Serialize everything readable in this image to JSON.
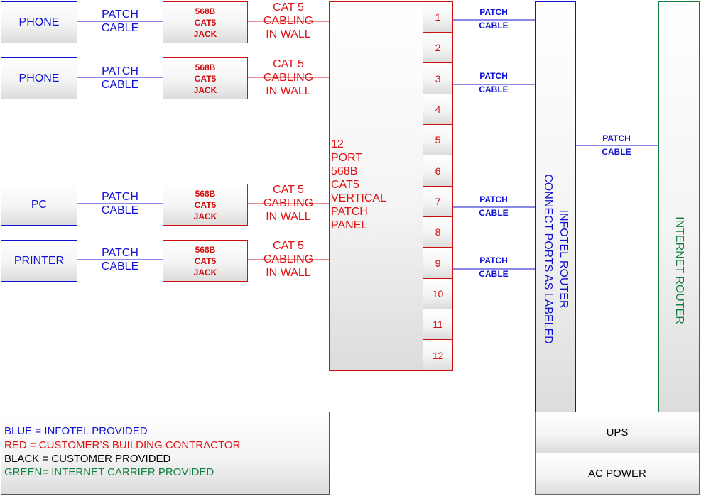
{
  "devices": [
    "PHONE",
    "PHONE",
    "PC",
    "PRINTER"
  ],
  "patch_cable": [
    "PATCH",
    "CABLE"
  ],
  "jack": [
    "568B",
    "CAT5",
    "JACK"
  ],
  "wall_cabling": [
    "CAT 5",
    "CABLING",
    "IN WALL"
  ],
  "patch_panel": {
    "label": [
      "12",
      "PORT",
      "568B",
      "CAT5",
      "VERTICAL",
      "PATCH",
      "PANEL"
    ],
    "ports": [
      "1",
      "2",
      "3",
      "4",
      "5",
      "6",
      "7",
      "8",
      "9",
      "10",
      "11",
      "12"
    ]
  },
  "infotel_router": [
    "INFOTEL ROUTER",
    "CONNECT PORTS AS LABELED"
  ],
  "internet_router": "INTERNET ROUTER",
  "ups": "UPS",
  "ac_power": "AC POWER",
  "legend": [
    {
      "text": "BLUE = INFOTEL PROVIDED",
      "color": "#1010d0"
    },
    {
      "text": "RED  = CUSTOMER’S BUILDING CONTRACTOR",
      "color": "#e01010"
    },
    {
      "text": "BLACK = CUSTOMER PROVIDED",
      "color": "#000000"
    },
    {
      "text": "GREEN= INTERNET CARRIER PROVIDED",
      "color": "#108040"
    }
  ]
}
